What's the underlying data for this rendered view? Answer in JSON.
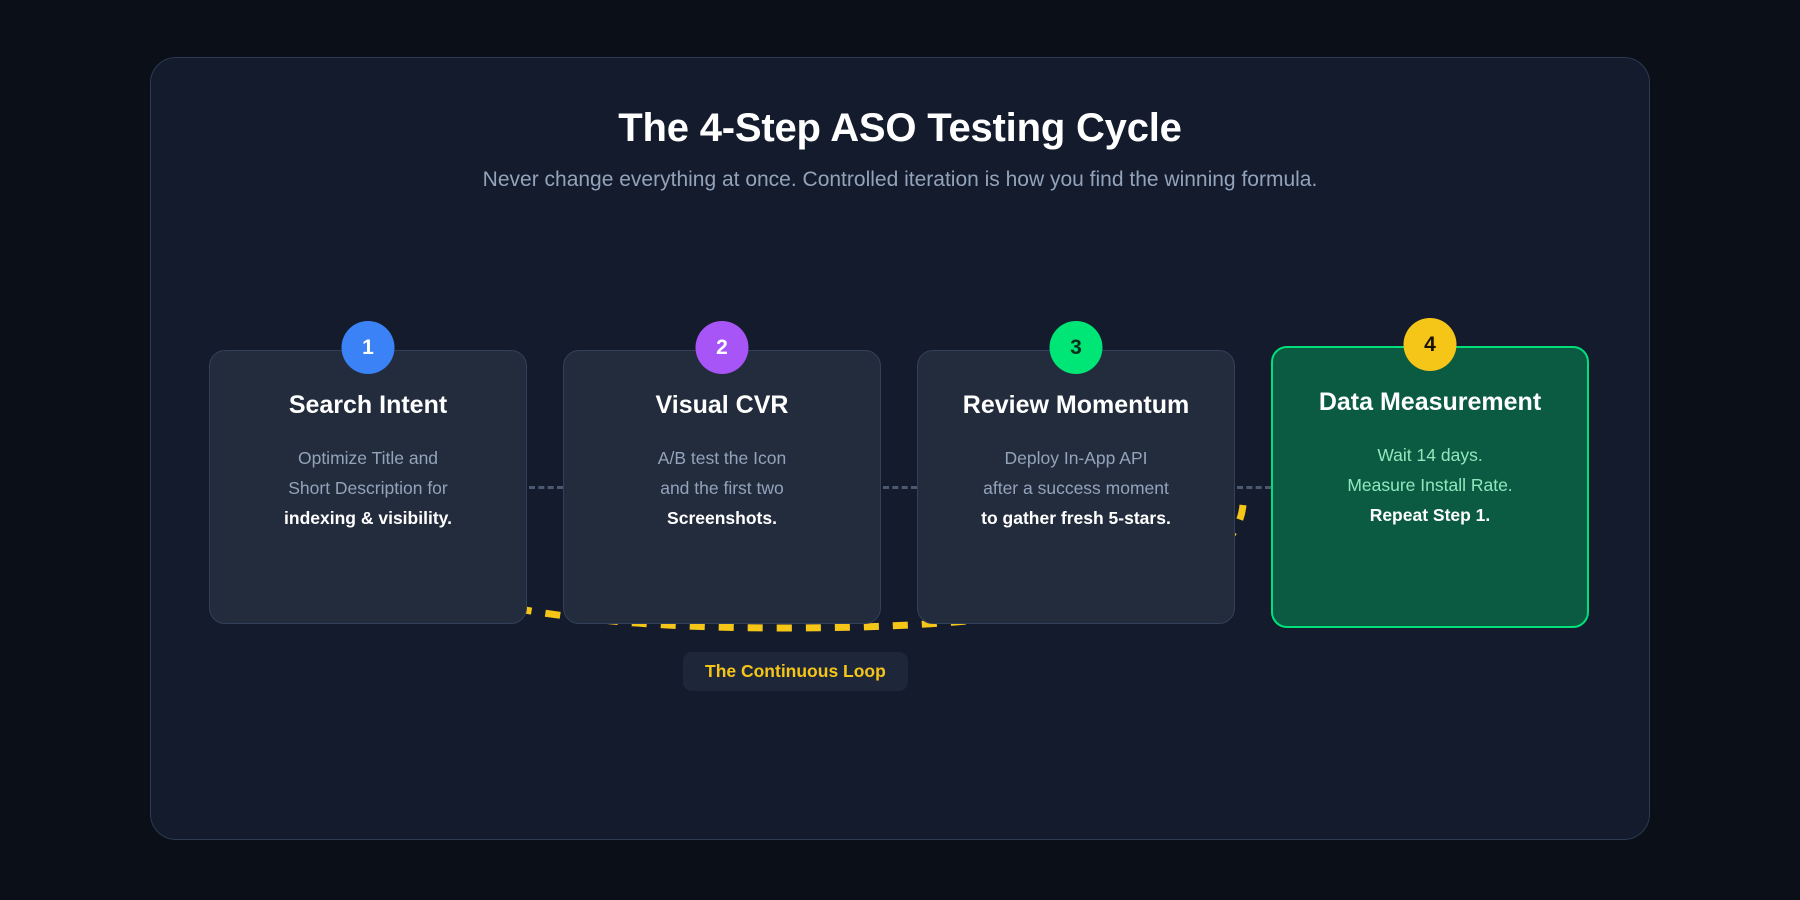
{
  "header": {
    "title": "The 4-Step ASO Testing Cycle",
    "subtitle": "Never change everything at once. Controlled iteration is how you find the winning formula."
  },
  "steps": [
    {
      "number": "1",
      "title": "Search Intent",
      "line1": "Optimize Title and",
      "line2": "Short Description for",
      "line3": "indexing & visibility.",
      "badge_color": "#3b82f6",
      "badge_text_color": "#ffffff",
      "highlighted": false
    },
    {
      "number": "2",
      "title": "Visual CVR",
      "line1": "A/B test the Icon",
      "line2": "and the first two",
      "line3": "Screenshots.",
      "badge_color": "#a855f7",
      "badge_text_color": "#ffffff",
      "highlighted": false
    },
    {
      "number": "3",
      "title": "Review Momentum",
      "line1": "Deploy In-App API",
      "line2": "after a success moment",
      "line3": "to gather fresh 5-stars.",
      "badge_color": "#00e676",
      "badge_text_color": "#0b2e1f",
      "highlighted": false
    },
    {
      "number": "4",
      "title": "Data Measurement",
      "line1": "Wait 14 days.",
      "line2": "Measure Install Rate.",
      "line3": "Repeat Step 1.",
      "badge_color": "#f5c518",
      "badge_text_color": "#1a1405",
      "highlighted": true
    }
  ],
  "loop": {
    "label": "The Continuous Loop",
    "color": "#f5c518",
    "arrow_direction": "up"
  },
  "theme": {
    "page_background": "#0b0f17",
    "panel_background": "#131b2c",
    "panel_border": "#2c3a52",
    "card_background": "#232c3d",
    "card_border": "#33405a",
    "highlight_card_background": "#0b5b42",
    "highlight_card_border": "#00e07a",
    "title_color": "#ffffff",
    "muted_text_color": "#93a3bb",
    "connector_color": "#4a5870"
  }
}
